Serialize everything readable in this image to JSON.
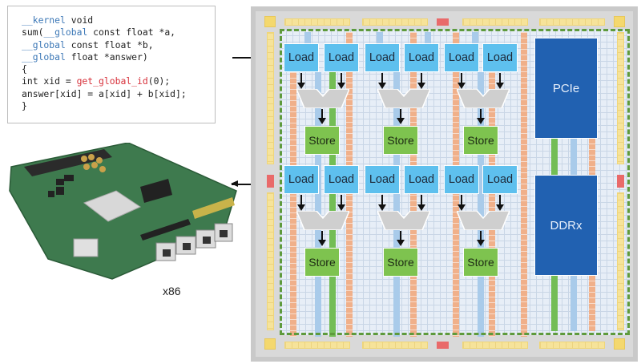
{
  "code": {
    "lines": [
      [
        {
          "t": "__kernel",
          "c": "kw"
        },
        {
          "t": " void",
          "c": ""
        }
      ],
      [
        {
          "t": "sum(",
          "c": ""
        },
        {
          "t": "__global",
          "c": "kw"
        },
        {
          "t": " const float *a,",
          "c": ""
        }
      ],
      [
        {
          "t": "__global",
          "c": "kw"
        },
        {
          "t": " const float *b,",
          "c": ""
        }
      ],
      [
        {
          "t": "__global",
          "c": "kw"
        },
        {
          "t": " float *answer)",
          "c": ""
        }
      ],
      [
        {
          "t": "{",
          "c": ""
        }
      ],
      [
        {
          "t": "int xid = ",
          "c": ""
        },
        {
          "t": "get_global_id",
          "c": "fn"
        },
        {
          "t": "(0);",
          "c": ""
        }
      ],
      [
        {
          "t": "answer[xid] = a[xid] + b[xid];",
          "c": ""
        }
      ],
      [
        {
          "t": "}",
          "c": ""
        }
      ]
    ],
    "colors": {
      "keyword": "#3b77b6",
      "function": "#d7303a"
    }
  },
  "host": {
    "label": "x86"
  },
  "fpga": {
    "load_label": "Load",
    "store_label": "Store",
    "blocks": {
      "pcie": "PCIe",
      "ddr": "DDRx"
    },
    "rows": [
      {
        "loads": [
          "Load",
          "Load",
          "Load",
          "Load",
          "Load",
          "Load"
        ],
        "stores": [
          "Store",
          "Store",
          "Store"
        ]
      },
      {
        "loads": [
          "Load",
          "Load",
          "Load",
          "Load",
          "Load",
          "Load"
        ],
        "stores": [
          "Store",
          "Store",
          "Store"
        ]
      }
    ],
    "colors": {
      "load": "#5ec0ee",
      "store": "#7ec34f",
      "hard_block": "#2161b1",
      "dsp": "#f0b08a",
      "ram": "#a9cbea",
      "logic": "#73bd55",
      "io": "#f6e39a",
      "io_red": "#e96a6a",
      "border_dash": "#5e9a3c"
    }
  }
}
